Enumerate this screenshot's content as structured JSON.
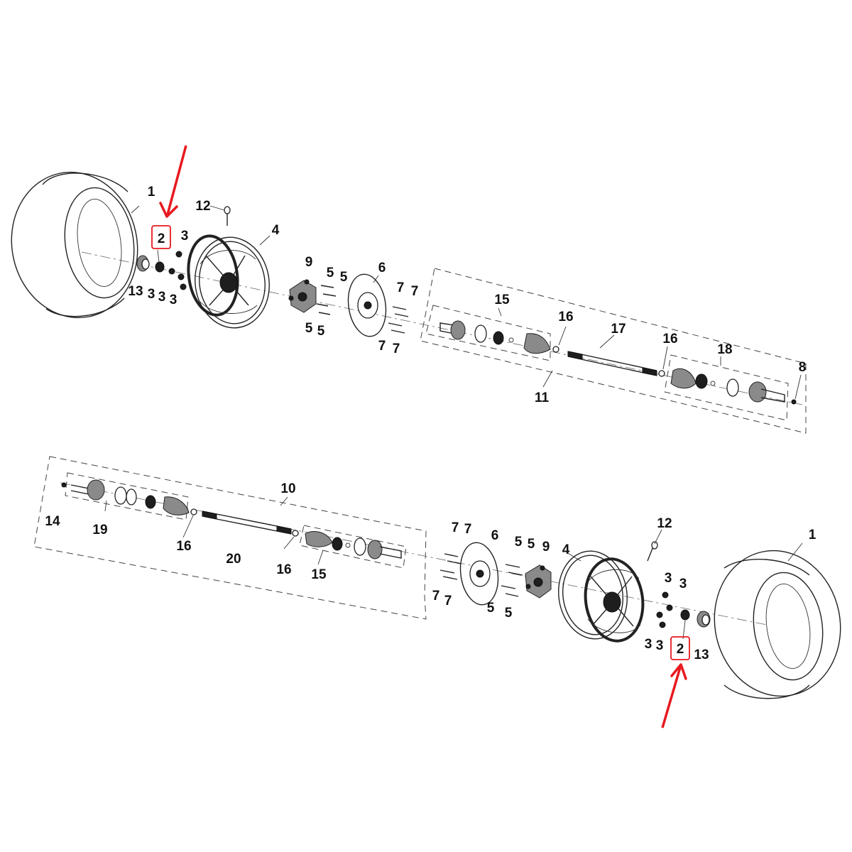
{
  "labels": {
    "top": {
      "tire": "1",
      "nut_highlight": "2",
      "n3a": "3",
      "n3b": "3",
      "n3c": "3",
      "n3d": "3",
      "rim": "4",
      "n5a": "5",
      "n5b": "5",
      "n5c": "5",
      "n5d": "5",
      "disc": "6",
      "n7a": "7",
      "n7b": "7",
      "n7c": "7",
      "n7d": "7",
      "clip": "8",
      "hub": "9",
      "shaft_assembly": "11",
      "valve": "12",
      "cap": "13",
      "joint_kit_a": "15",
      "boot_a": "16",
      "boot_b": "16",
      "shaft": "17",
      "joint_kit_b": "18"
    },
    "bottom": {
      "tire": "1",
      "nut_highlight": "2",
      "n3a": "3",
      "n3b": "3",
      "n3c": "3",
      "n3d": "3",
      "rim": "4",
      "n5a": "5",
      "n5b": "5",
      "n5c": "5",
      "n5d": "5",
      "disc": "6",
      "n7a": "7",
      "n7b": "7",
      "n7c": "7",
      "n7d": "7",
      "hub": "9",
      "shaft_assembly": "10",
      "valve": "12",
      "cap": "13",
      "clip": "14",
      "joint_kit_a": "15",
      "boot_a": "16",
      "boot_b": "16",
      "joint_kit_b": "19",
      "shaft": "20"
    }
  },
  "colors": {
    "highlight": "#e8191f",
    "line": "#222222",
    "background": "#ffffff"
  }
}
